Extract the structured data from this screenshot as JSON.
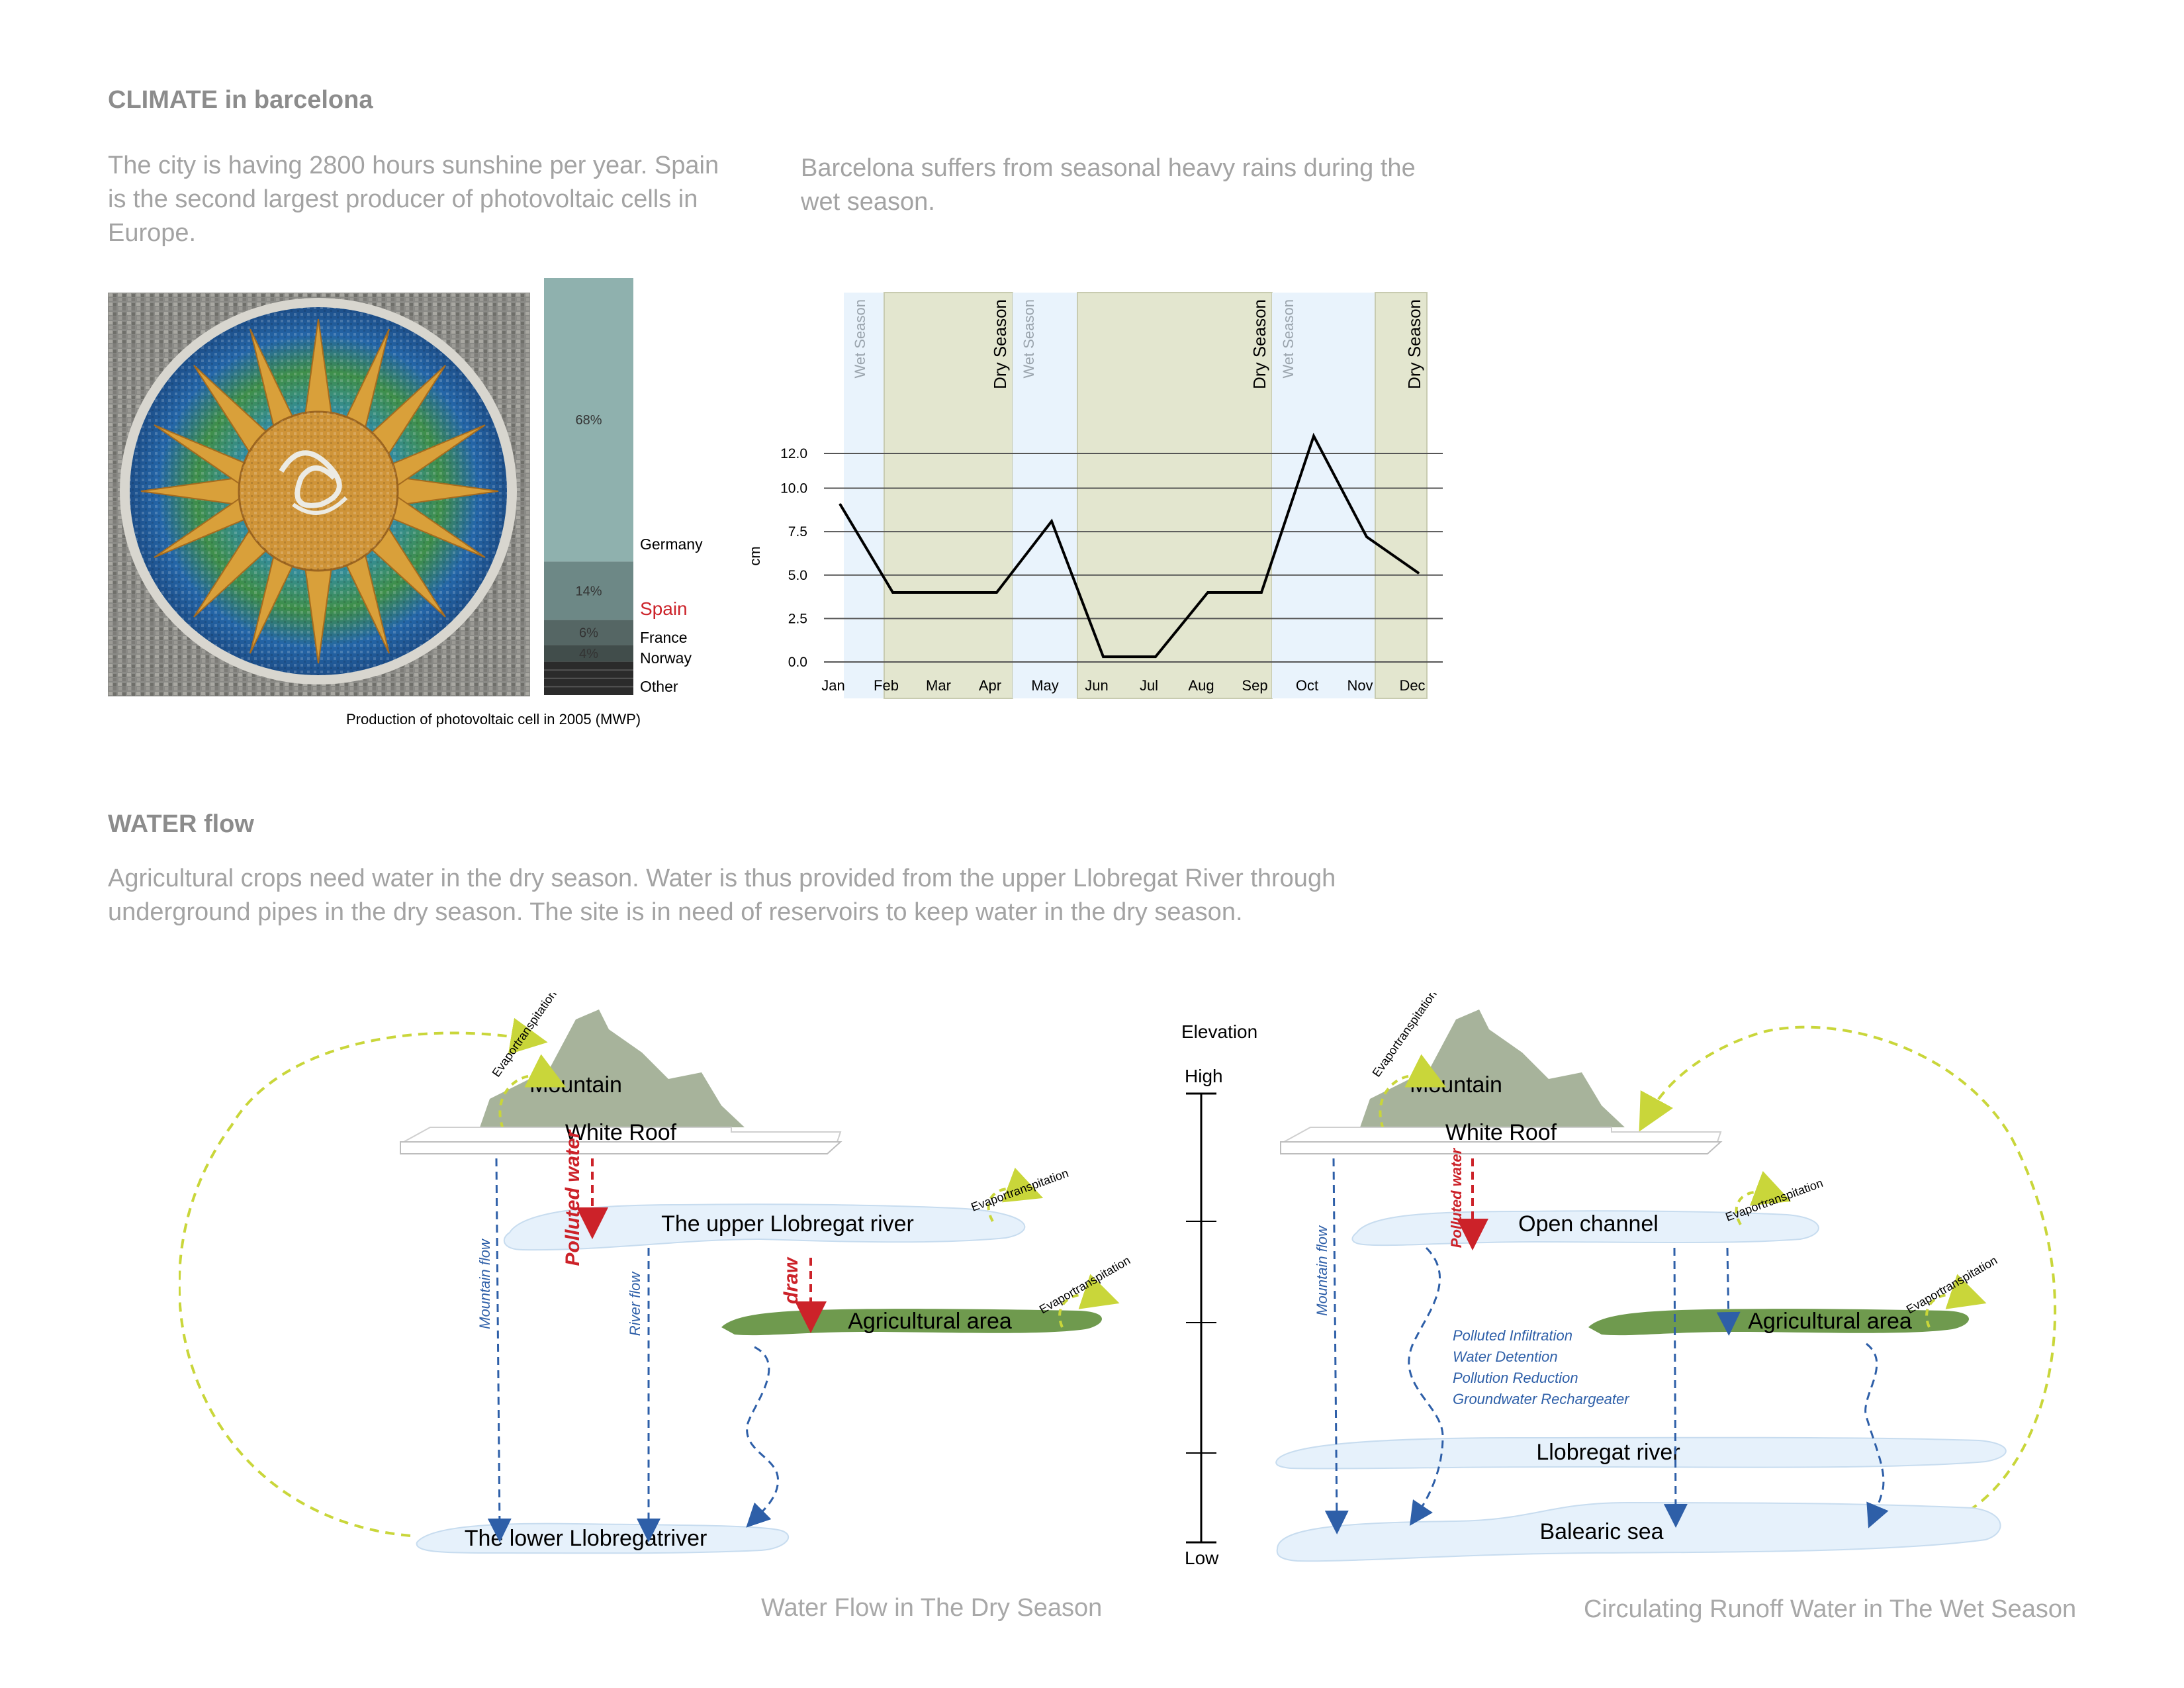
{
  "climate": {
    "heading": "CLIMATE in barcelona",
    "sun_text": "The city is having 2800 hours sunshine per year. Spain is the second largest producer of photovoltaic cells in Europe.",
    "rain_text": "Barcelona suffers from seasonal heavy rains during the wet season.",
    "mosaic_image": "sun-mosaic-image"
  },
  "chart_data": [
    {
      "type": "bar",
      "stacked": true,
      "title": "Production of photovoltaic cell in 2005 (MWP)",
      "categories": [
        "Germany",
        "Spain",
        "France",
        "Norway",
        "Other"
      ],
      "values_percent": [
        68,
        14,
        6,
        4,
        8
      ],
      "segment_labels": [
        "68%",
        "14%",
        "6%",
        "4%",
        ""
      ],
      "highlight": "Spain",
      "colors": {
        "bar_top": "#8fb1ae",
        "spain_label": "#cc2229",
        "dark_segments": "#2b2b2b"
      }
    },
    {
      "type": "line",
      "ylabel": "cm",
      "categories": [
        "Jan",
        "Feb",
        "Mar",
        "Apr",
        "May",
        "Jun",
        "Jul",
        "Aug",
        "Sep",
        "Oct",
        "Nov",
        "Dec"
      ],
      "values": [
        9.1,
        4.0,
        4.0,
        4.0,
        8.1,
        0.3,
        0.3,
        4.0,
        4.0,
        13.0,
        7.2,
        5.1
      ],
      "y_ticks": [
        "0.0",
        "2.5",
        "5.0",
        "7.5",
        "10.0",
        "12.0"
      ],
      "ylim": [
        0,
        12
      ],
      "grid": true,
      "seasons": [
        {
          "label": "Wet Season",
          "kind": "wet"
        },
        {
          "label": "Dry Season",
          "kind": "dry"
        },
        {
          "label": "Wet Season",
          "kind": "wet"
        },
        {
          "label": "Dry Season",
          "kind": "dry"
        },
        {
          "label": "Wet Season",
          "kind": "wet"
        },
        {
          "label": "Dry Season",
          "kind": "dry"
        }
      ],
      "colors": {
        "wet": "#e9f3fc",
        "dry": "#e3e6cf",
        "line": "#000000"
      }
    }
  ],
  "water": {
    "heading": "WATER flow",
    "text": "Agricultural crops need water in the dry season. Water is thus provided from the upper Llobregat River through underground pipes in the dry season. The site is in need of reservoirs to keep water in the dry season."
  },
  "dry_diagram": {
    "caption": "Water Flow in The Dry Season",
    "mountain": "Mountain",
    "white_roof": "White Roof",
    "upper_river": "The upper  Llobregat river",
    "agricultural": "Agricultural area",
    "lower_river": "The lower Llobregatriver",
    "evapo": "Evaportranspitation",
    "mountain_flow": "Mountain flow",
    "polluted_water": "Polluted water",
    "river_flow": "River flow",
    "draw": "draw"
  },
  "elevation": {
    "title": "Elevation",
    "high": "High",
    "low": "Low"
  },
  "wet_diagram": {
    "caption": "Circulating Runoff Water in The Wet Season",
    "mountain": "Mountain",
    "white_roof": "White Roof",
    "open_channel": "Open channel",
    "agricultural": "Agricultural area",
    "llobregat": "Llobregat river",
    "sea": "Balearic sea",
    "evapo": "Evaportranspitation",
    "mountain_flow": "Mountain flow",
    "polluted_water": "Polluted water",
    "notes": [
      "Polluted Infiltration",
      "Water Detention",
      "Pollution Reduction",
      "Groundwater Rechargeater"
    ]
  },
  "colors": {
    "heading": "#8c8c8c",
    "paragraph": "#a3a3a3",
    "flow_blue": "#2e5fa8",
    "polluted_red": "#cc2229",
    "cycle_yellow": "#c9d63a",
    "mountain": "#a7b39b",
    "agri_green": "#6f9a4e",
    "water_light": "#e6f1fb"
  }
}
